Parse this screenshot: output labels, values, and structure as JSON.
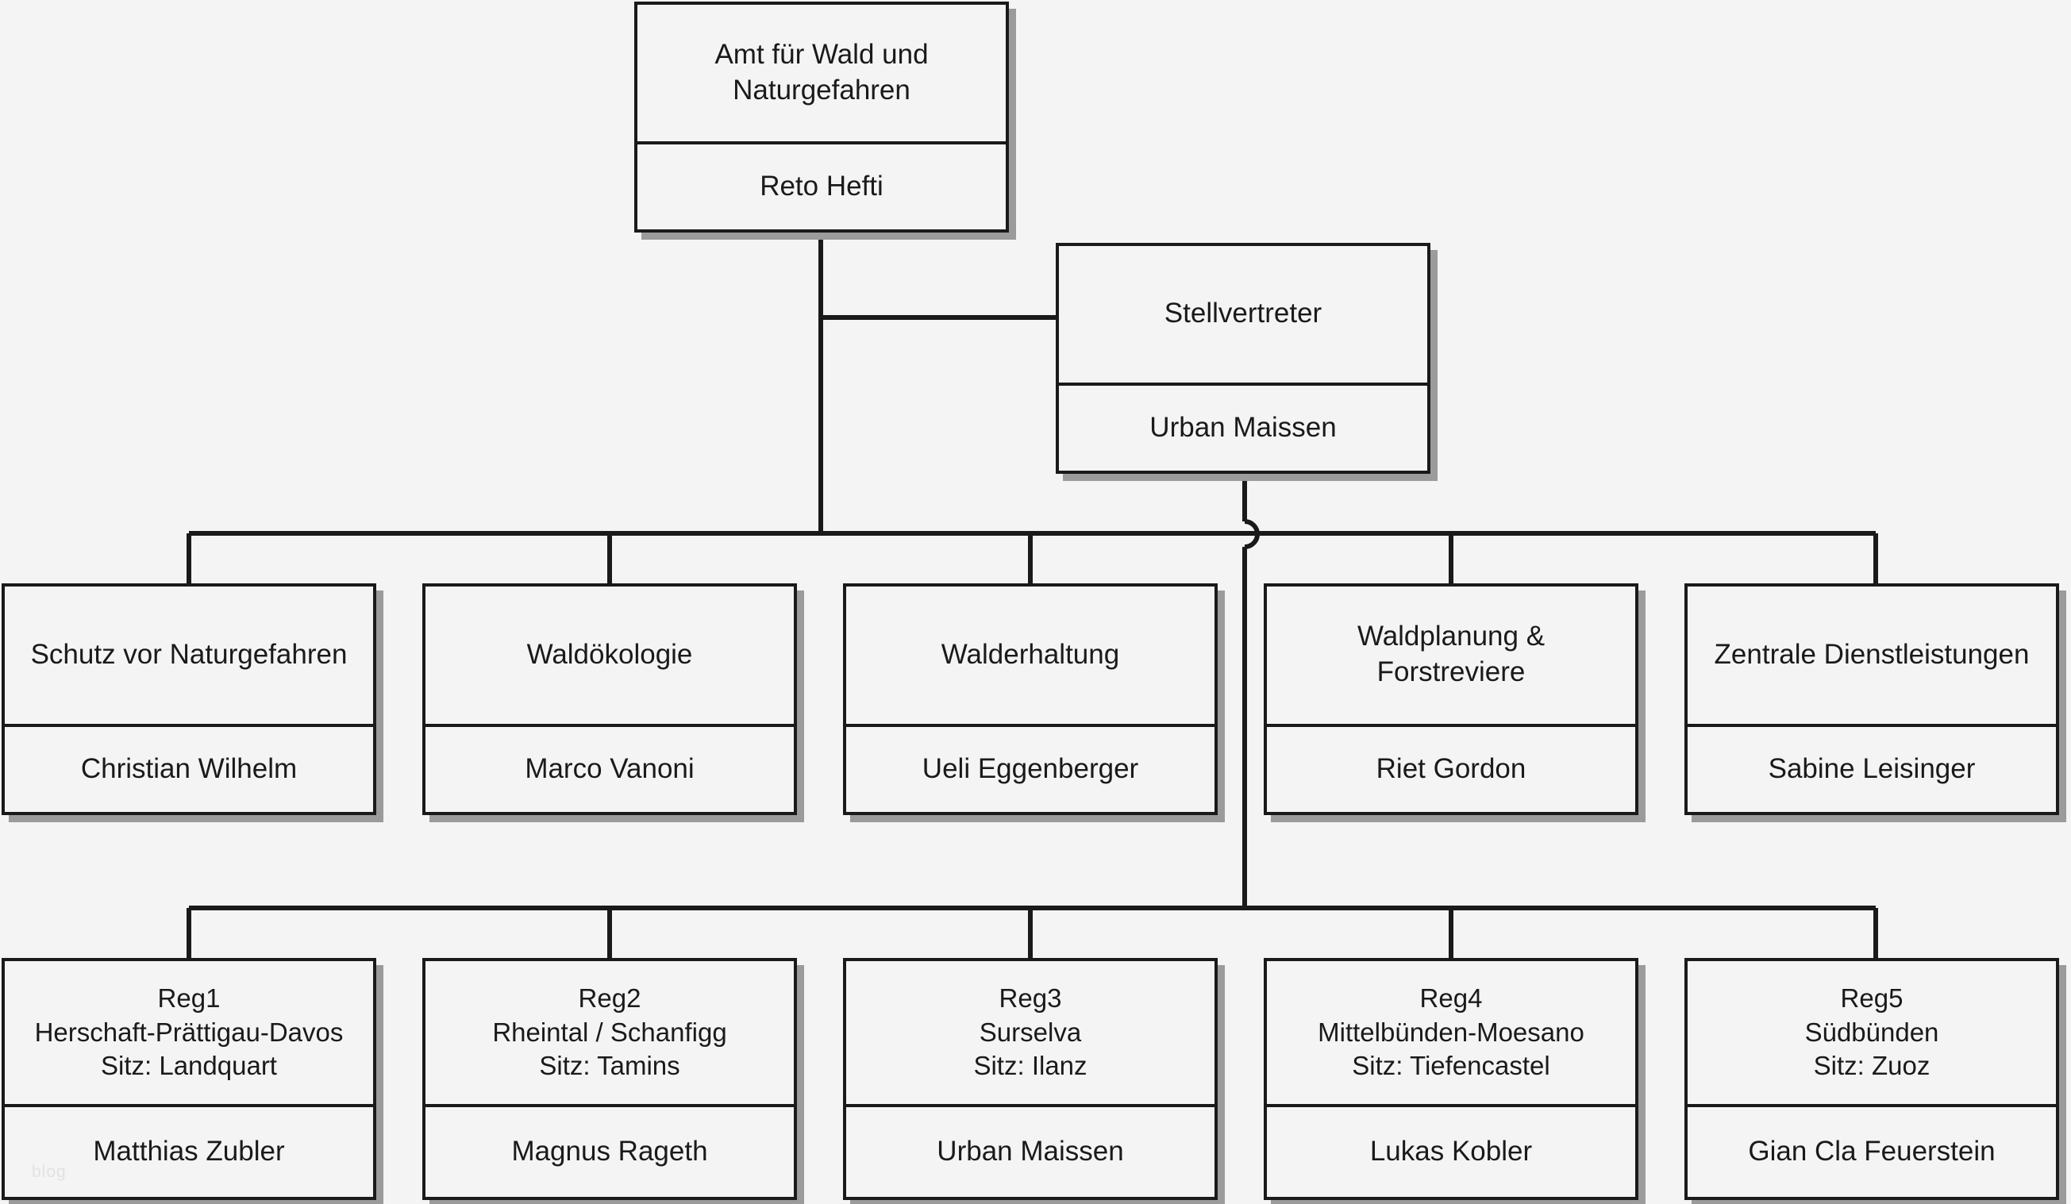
{
  "diagram": {
    "type": "org-chart",
    "title": "Amt für Wald und Naturgefahren",
    "background_color": "#f4f4f4",
    "line_color": "#1a1a1a",
    "shadow_color": "#9b9b9b",
    "watermark": "blog"
  },
  "root": {
    "title": "Amt für Wald und\nNaturgefahren",
    "title_line1": "Amt für Wald und",
    "title_line2": "Naturgefahren",
    "person": "Reto Hefti"
  },
  "deputy": {
    "title": "Stellvertreter",
    "person": "Urban Maissen"
  },
  "divisions": [
    {
      "title": "Schutz vor Naturgefahren",
      "person": "Christian Wilhelm"
    },
    {
      "title": "Waldökologie",
      "person": "Marco Vanoni"
    },
    {
      "title": "Walderhaltung",
      "person": "Ueli Eggenberger"
    },
    {
      "title": "Waldplanung &\nForstreviere",
      "title_line1": "Waldplanung &",
      "title_line2": "Forstreviere",
      "person": "Riet Gordon"
    },
    {
      "title": "Zentrale Dienstleistungen",
      "person": "Sabine Leisinger"
    }
  ],
  "regions": [
    {
      "code": "Reg1",
      "area": "Herschaft-Prättigau-Davos",
      "seat": "Sitz: Landquart",
      "person": "Matthias Zubler"
    },
    {
      "code": "Reg2",
      "area": "Rheintal / Schanfigg",
      "seat": "Sitz: Tamins",
      "person": "Magnus Rageth"
    },
    {
      "code": "Reg3",
      "area": "Surselva",
      "seat": "Sitz: Ilanz",
      "person": "Urban Maissen"
    },
    {
      "code": "Reg4",
      "area": "Mittelbünden-Moesano",
      "seat": "Sitz: Tiefencastel",
      "person": "Lukas Kobler"
    },
    {
      "code": "Reg5",
      "area": "Südbünden",
      "seat": "Sitz: Zuoz",
      "person": "Gian Cla Feuerstein"
    }
  ]
}
